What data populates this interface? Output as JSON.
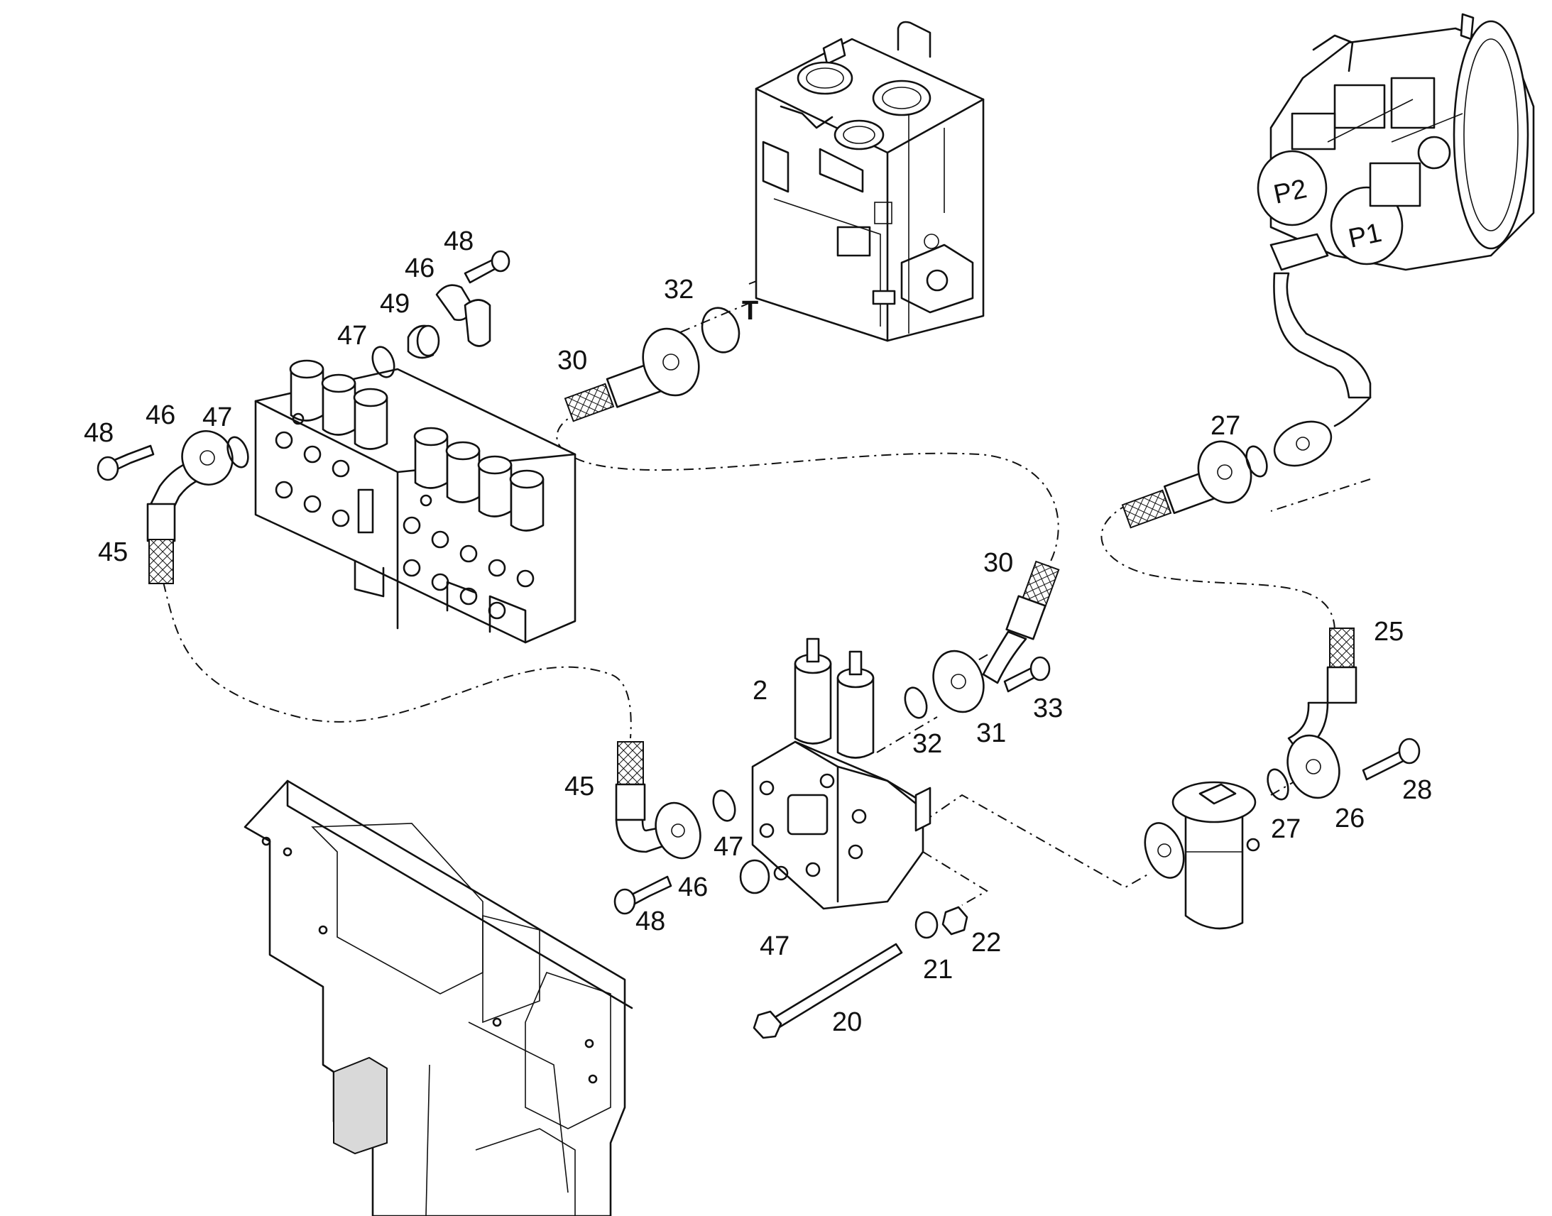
{
  "diagram": {
    "labels": [
      {
        "id": "callout-48-a",
        "text": "48"
      },
      {
        "id": "callout-46-a",
        "text": "46"
      },
      {
        "id": "callout-49",
        "text": "49"
      },
      {
        "id": "callout-47-a",
        "text": "47"
      },
      {
        "id": "callout-48-b",
        "text": "48"
      },
      {
        "id": "callout-46-b",
        "text": "46"
      },
      {
        "id": "callout-47-b",
        "text": "47"
      },
      {
        "id": "callout-45-a",
        "text": "45"
      },
      {
        "id": "callout-32-a",
        "text": "32"
      },
      {
        "id": "callout-T",
        "text": "T"
      },
      {
        "id": "callout-30-a",
        "text": "30"
      },
      {
        "id": "callout-P2",
        "text": "P2"
      },
      {
        "id": "callout-P1",
        "text": "P1"
      },
      {
        "id": "callout-27-a",
        "text": "27"
      },
      {
        "id": "callout-30-b",
        "text": "30"
      },
      {
        "id": "callout-25",
        "text": "25"
      },
      {
        "id": "callout-2",
        "text": "2"
      },
      {
        "id": "callout-33",
        "text": "33"
      },
      {
        "id": "callout-32-b",
        "text": "32"
      },
      {
        "id": "callout-31",
        "text": "31"
      },
      {
        "id": "callout-45-b",
        "text": "45"
      },
      {
        "id": "callout-47-c",
        "text": "47"
      },
      {
        "id": "callout-46-c",
        "text": "46"
      },
      {
        "id": "callout-48-c",
        "text": "48"
      },
      {
        "id": "callout-47-d",
        "text": "47"
      },
      {
        "id": "callout-21",
        "text": "21"
      },
      {
        "id": "callout-22",
        "text": "22"
      },
      {
        "id": "callout-20",
        "text": "20"
      },
      {
        "id": "callout-28",
        "text": "28"
      },
      {
        "id": "callout-27-b",
        "text": "27"
      },
      {
        "id": "callout-26",
        "text": "26"
      }
    ]
  }
}
